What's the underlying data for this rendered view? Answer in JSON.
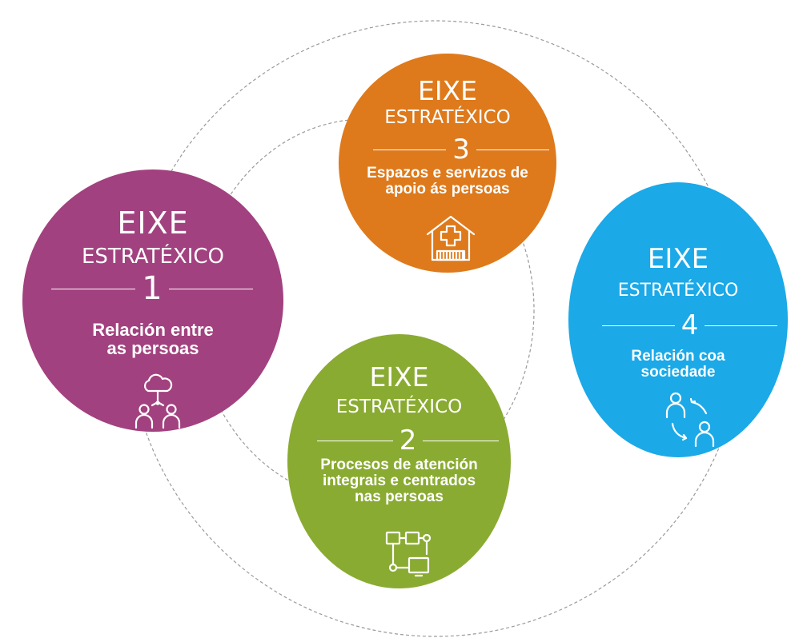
{
  "diagram": {
    "axes": [
      {
        "id": "axis-1",
        "line1": "EIXE",
        "line2": "ESTRATÉXICO",
        "number": "1",
        "description_lines": [
          "Relación entre",
          "as persoas"
        ],
        "icon": "cloud-network-people-icon",
        "color": "#a2417f"
      },
      {
        "id": "axis-2",
        "line1": "EIXE",
        "line2": "ESTRATÉXICO",
        "number": "2",
        "description_lines": [
          "Procesos de atención",
          "integrais e centrados",
          "nas persoas"
        ],
        "icon": "process-flow-icon",
        "color": "#8aab32"
      },
      {
        "id": "axis-3",
        "line1": "EIXE",
        "line2": "ESTRATÉXICO",
        "number": "3",
        "description_lines": [
          "Espazos e servizos de",
          "apoio ás persoas"
        ],
        "icon": "health-building-icon",
        "color": "#de7a1b"
      },
      {
        "id": "axis-4",
        "line1": "EIXE",
        "line2": "ESTRATÉXICO",
        "number": "4",
        "description_lines": [
          "Relación coa",
          "sociedade"
        ],
        "icon": "people-exchange-icon",
        "color": "#1ba9e8"
      }
    ],
    "orbit_color": "#9a9a9a"
  }
}
